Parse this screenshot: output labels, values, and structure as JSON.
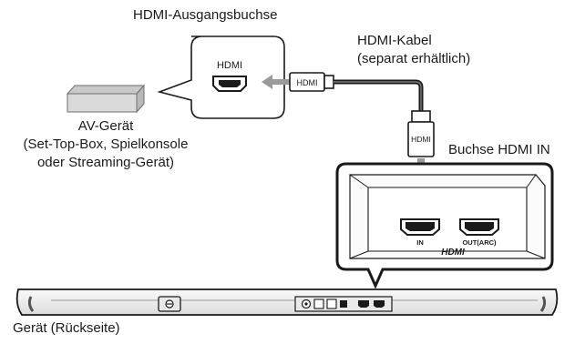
{
  "labels": {
    "hdmi_output_jack": "HDMI-Ausgangsbuchse",
    "hdmi_cable_line1": "HDMI-Kabel",
    "hdmi_cable_line2": "(separat erhältlich)",
    "av_device_line1": "AV-Gerät",
    "av_device_line2": "(Set-Top-Box, Spielkonsole",
    "av_device_line3": "oder Streaming-Gerät)",
    "hdmi_in_jack": "Buchse HDMI IN",
    "unit_rear": "Gerät (Rückseite)"
  },
  "device_port_label": "HDMI",
  "cable_plug_label_horizontal": "HDMI",
  "cable_plug_label_vertical": "HDMI",
  "panel": {
    "port_in_label": "IN",
    "port_out_label": "OUT(ARC)",
    "logo_text": "HDMI"
  },
  "colors": {
    "line": "#1a1a1a",
    "arrow_gray": "#9a9a9a",
    "device_fill": "#d8d8d8",
    "soundbar_fill": "#f2f2f2"
  }
}
